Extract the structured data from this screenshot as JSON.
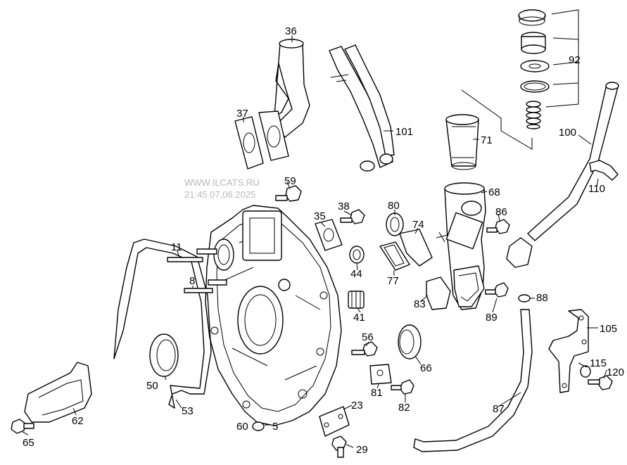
{
  "watermark": {
    "site": "WWW.ILCATS.RU",
    "stamp": "21:45 07.06.2025"
  },
  "callouts": {
    "c5": "5",
    "c8": "8",
    "c11": "11",
    "c23": "23",
    "c29": "29",
    "c35": "35",
    "c36": "36",
    "c37": "37",
    "c38": "38",
    "c41": "41",
    "c44": "44",
    "c50": "50",
    "c53": "53",
    "c56": "56",
    "c59": "59",
    "c60": "60",
    "c62": "62",
    "c65": "65",
    "c66": "66",
    "c68": "68",
    "c71": "71",
    "c74": "74",
    "c77": "77",
    "c80": "80",
    "c81": "81",
    "c82": "82",
    "c83": "83",
    "c86": "86",
    "c87": "87",
    "c88": "88",
    "c89": "89",
    "c92": "92",
    "c100": "100",
    "c101": "101",
    "c105": "105",
    "c110": "110",
    "c115": "115",
    "c120": "120"
  }
}
